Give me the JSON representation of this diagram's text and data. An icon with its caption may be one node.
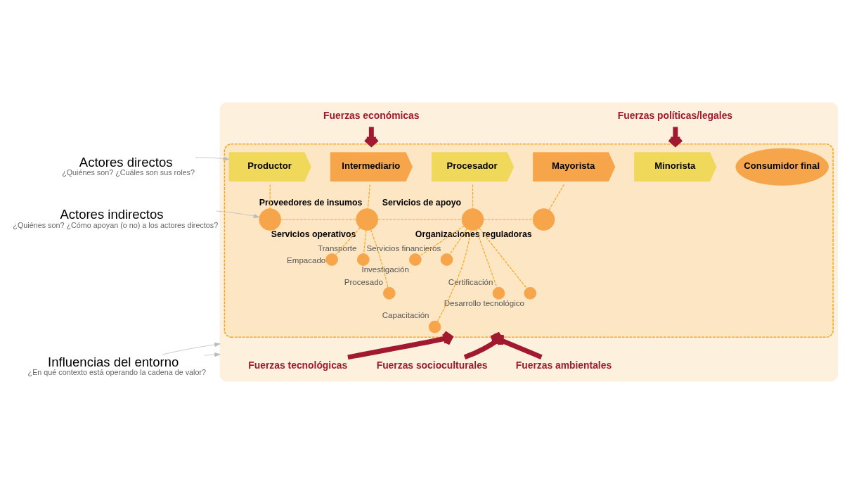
{
  "diagram": {
    "nodes": [
      {
        "text": [],
        "shape": "box"
      },
      {
        "text": [
          "Fuerzas económicas"
        ],
        "in": 0
      },
      {
        "text": [
          "Fuerzas políticas/legales"
        ],
        "in": 0
      },
      {
        "text": [],
        "shape": "box",
        "in": 0
      },
      {
        "text": [
          "Productor"
        ],
        "in": 3
      },
      {
        "text": [
          "Intermediario"
        ],
        "in": 3
      },
      {
        "text": [
          "Procesador"
        ],
        "in": 3
      },
      {
        "text": [
          "Mayorista"
        ],
        "in": 3
      },
      {
        "text": [
          "Minorista"
        ],
        "in": 3
      },
      {
        "text": [
          "Consumidor final"
        ],
        "in": 3
      },
      {
        "text": [],
        "shape": "circle",
        "beside": [
          "Proveedores de insumos"
        ],
        "in": 3
      },
      {
        "text": [],
        "shape": "circle",
        "beside": [
          "Servicios operativos"
        ],
        "in": 3
      },
      {
        "text": [],
        "shape": "circle",
        "beside": [
          "Servicios de apoyo"
        ],
        "in": 3
      },
      {
        "text": [],
        "shape": "circle",
        "beside": [
          "Organizaciones reguladoras"
        ],
        "in": 3
      },
      {
        "text": [],
        "shape": "circle",
        "beside": [
          "Transporte"
        ],
        "in": 3
      },
      {
        "text": [],
        "shape": "circle",
        "beside": [
          "Procesado"
        ],
        "in": 3
      },
      {
        "text": [],
        "shape": "circle",
        "beside": [
          "Empacado"
        ],
        "in": 3
      },
      {
        "text": [],
        "shape": "circle",
        "beside": [
          "Servicios financieros"
        ],
        "in": 3
      },
      {
        "text": [],
        "shape": "circle",
        "beside": [
          "Capacitación"
        ],
        "in": 3
      },
      {
        "text": [],
        "shape": "circle",
        "beside": [
          "Certificación"
        ],
        "in": 3
      },
      {
        "text": [],
        "shape": "circle",
        "beside": [
          "Desarrollo tecnológico"
        ],
        "in": 3
      },
      {
        "text": [],
        "shape": "circle",
        "beside": [
          "Investigación"
        ],
        "in": 3
      },
      {
        "text": [
          "Fuerzas ambientales"
        ],
        "in": 0
      },
      {
        "text": [
          "Fuerzas tecnológicas"
        ],
        "in": 0
      },
      {
        "text": [
          "Fuerzas socioculturales"
        ],
        "in": 0
      },
      {
        "text": [
          "Actores directos",
          "¿Quiénes son? ¿Cuáles son sus roles?"
        ]
      },
      {
        "text": [
          "Actores indirectos",
          "¿Quiénes son? ¿Cómo apoyan (o no) a los actores directos?"
        ]
      },
      {
        "text": [
          "Influencias del entorno",
          "¿En qué contexto está operando la cadena de valor?"
        ]
      }
    ],
    "edges": [
      {
        "from": 1,
        "to": 3,
        "arrow": "to",
        "style": "thick",
        "color": "#a0192e"
      },
      {
        "from": 2,
        "to": 3,
        "arrow": "to",
        "style": "thick",
        "color": "#a0192e"
      },
      {
        "from": 22,
        "to": 3,
        "arrow": "to",
        "style": "thick",
        "color": "#a0192e"
      },
      {
        "from": 23,
        "to": 3,
        "arrow": "to",
        "style": "thick",
        "color": "#a0192e"
      },
      {
        "from": 24,
        "to": 3,
        "arrow": "to",
        "style": "thick",
        "color": "#a0192e"
      },
      {
        "from": 4,
        "to": 10,
        "arrow": "none",
        "style": "dashed"
      },
      {
        "from": 5,
        "to": 11,
        "arrow": "none",
        "style": "dashed"
      },
      {
        "from": 6,
        "to": 12,
        "arrow": "none",
        "style": "dashed"
      },
      {
        "from": 7,
        "to": 13,
        "arrow": "none",
        "style": "dashed"
      },
      {
        "from": 10,
        "to": 11,
        "arrow": "none",
        "style": "dashed"
      },
      {
        "from": 11,
        "to": 12,
        "arrow": "none",
        "style": "dashed"
      },
      {
        "from": 12,
        "to": 13,
        "arrow": "none",
        "style": "dashed"
      },
      {
        "from": 11,
        "to": 14,
        "arrow": "none",
        "style": "dashed"
      },
      {
        "from": 11,
        "to": 15,
        "arrow": "none",
        "style": "dashed"
      },
      {
        "from": 11,
        "to": 16,
        "arrow": "none",
        "style": "dashed"
      },
      {
        "from": 12,
        "to": 17,
        "arrow": "none",
        "style": "dashed"
      },
      {
        "from": 12,
        "to": 18,
        "arrow": "none",
        "style": "dashed"
      },
      {
        "from": 12,
        "to": 19,
        "arrow": "none",
        "style": "dashed"
      },
      {
        "from": 12,
        "to": 20,
        "arrow": "none",
        "style": "dashed"
      },
      {
        "from": 12,
        "to": 21,
        "arrow": "none",
        "style": "dashed"
      },
      {
        "from": 25,
        "to": 4,
        "arrow": "to",
        "color": "#bbbbbb"
      },
      {
        "from": 26,
        "to": 10,
        "arrow": "to",
        "color": "#bbbbbb"
      },
      {
        "from": 27,
        "to": 0,
        "arrow": "to",
        "color": "#bbbbbb"
      },
      {
        "from": 27,
        "to": 0,
        "arrow": "to",
        "color": "#bbbbbb"
      }
    ]
  }
}
